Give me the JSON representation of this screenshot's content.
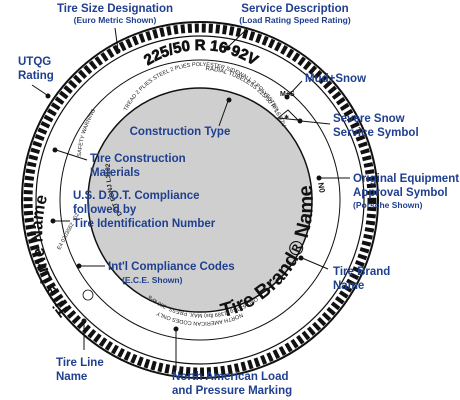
{
  "callouts": {
    "tire_size": {
      "title": "Tire Size Designation",
      "sub": "(Euro Metric Shown)"
    },
    "service": {
      "title": "Service Description",
      "sub": "(Load Rating  Speed Rating)"
    },
    "utqg": {
      "line1": "UTQG",
      "line2": "Rating"
    },
    "mud_snow": {
      "title": "Mud+Snow"
    },
    "severe_snow": {
      "line1": "Severe Snow",
      "line2": "Service Symbol"
    },
    "construction_type": {
      "title": "Construction Type"
    },
    "construction_materials": {
      "line1": "Tire Construction",
      "line2": "Materials"
    },
    "oe_symbol": {
      "line1": "Original Equipment",
      "line2": "Approval Symbol",
      "sub": "(Porsche Shown)"
    },
    "dot": {
      "line1": "U.S. D.O.T. Compliance",
      "line2": "followed by",
      "line3": "Tire Identification Number"
    },
    "intl": {
      "title": "Int'l Compliance Codes",
      "sub": "(E.C.E. Shown)"
    },
    "brand": {
      "line1": "Tire Brand",
      "line2": "Name"
    },
    "line_name": {
      "line1": "Tire Line",
      "line2": "Name"
    },
    "na_load": {
      "line1": "North American Load",
      "line2": "and Pressure Marking"
    }
  },
  "sidewall": {
    "size": "225/50 R 16   92V",
    "radial": "RADIAL TUBELESS 225/50 R 16 92V",
    "ms": "M+S",
    "no": "N0",
    "brand": "Tire Brand® Name",
    "line_name": "Tire Line Name",
    "dot": "DOT FDNJ L3102",
    "plies": "TREAD 2 PLIES STEEL 2 PLIES POLYESTER SIDEWALL 2 POLYESTER",
    "safety": "SAFETY WARNING",
    "ece": "E4 0203562 · 02",
    "load": "MAX. LOAD 630 kg (1389 lbs)   MAX. PRESS. 300 kPa (44psi)",
    "na_codes": "NORTH AMERICAN CODES ONLY"
  }
}
